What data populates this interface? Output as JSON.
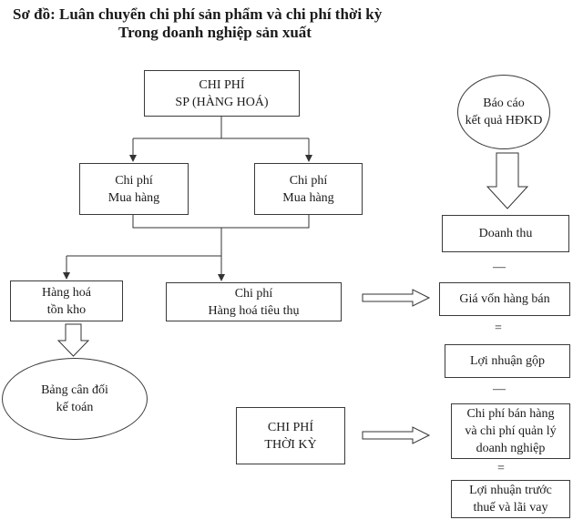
{
  "title": {
    "line1": "Sơ đồ: Luân chuyển chi phí sản phẩm và chi phí thời kỳ",
    "line2": "Trong doanh nghiệp sản xuất"
  },
  "nodes": {
    "chi_phi_sp": [
      "CHI PHÍ",
      "SP (HÀNG HOÁ)"
    ],
    "mua_hang_left": [
      "Chi phí",
      "Mua hàng"
    ],
    "mua_hang_right": [
      "Chi phí",
      "Mua hàng"
    ],
    "hang_ton_kho": [
      "Hàng hoá",
      "tồn kho"
    ],
    "hang_tieu_thu": [
      "Chi phí",
      "Hàng hoá tiêu thụ"
    ],
    "bang_can_doi": [
      "Bảng cân đối",
      "kế toán"
    ],
    "chi_phi_thoi_ky": [
      "CHI PHÍ",
      "THỜI KỲ"
    ],
    "bao_cao": [
      "Báo cáo",
      "kết quả HĐKD"
    ],
    "doanh_thu": [
      "Doanh thu"
    ],
    "gia_von": [
      "Giá vốn hàng bán"
    ],
    "loi_nhuan_gop": [
      "Lợi nhuận gộp"
    ],
    "chi_phi_ban_hang": [
      "Chi phí bán hàng",
      "và chi phí quản lý",
      "doanh nghiệp"
    ],
    "loi_nhuan_truoc_thue": [
      "Lợi nhuận trước",
      "thuế và lãi vay"
    ]
  },
  "operators": {
    "minus1": "—",
    "equals1": "=",
    "minus2": "—",
    "equals2": "="
  }
}
